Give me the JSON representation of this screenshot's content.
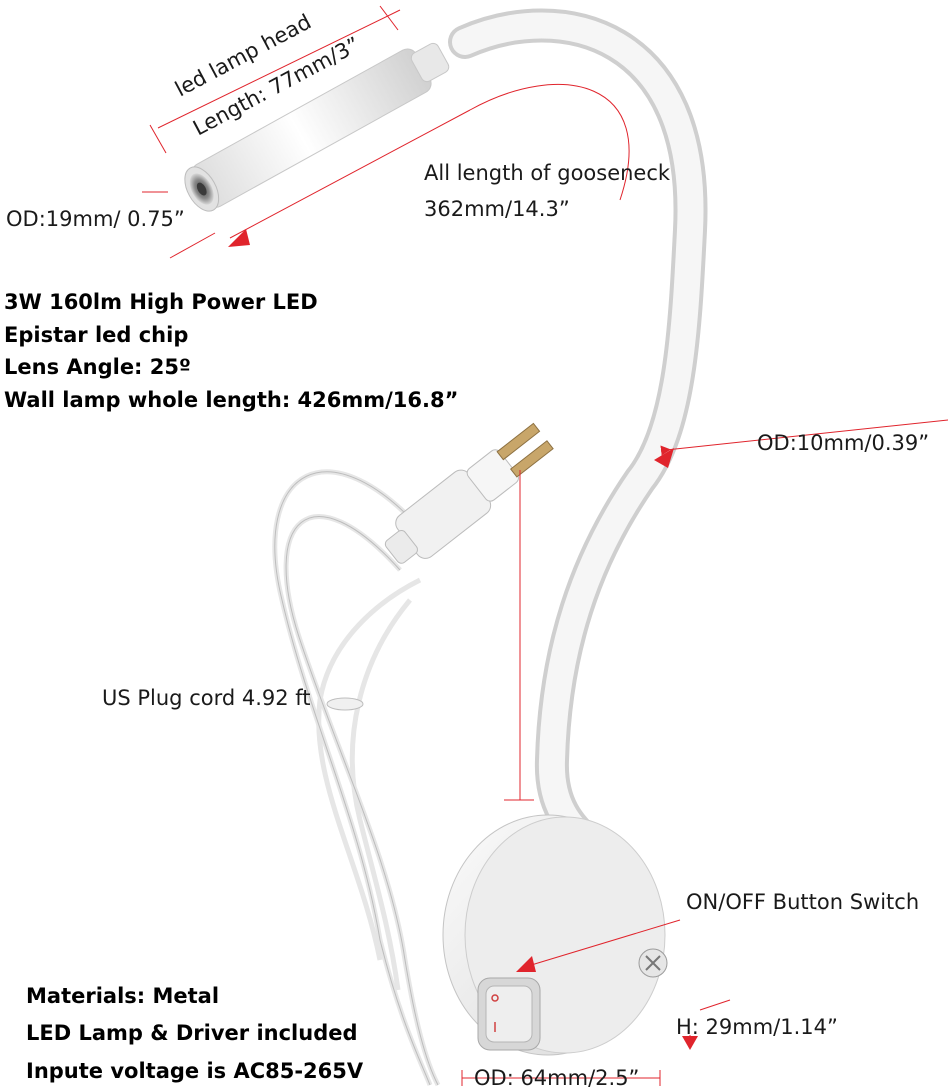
{
  "labels": {
    "lamp_head": "led lamp head",
    "head_length": "Length: 77mm/3”",
    "head_od": "OD:19mm/ 0.75”",
    "gooseneck_length_1": "All length of gooseneck",
    "gooseneck_length_2": "362mm/14.3”",
    "gooseneck_od": "OD:10mm/0.39”",
    "plug_cord": "US Plug cord 4.92 ft",
    "switch": "ON/OFF Button Switch",
    "base_height": "H: 29mm/1.14”",
    "base_od": "OD: 64mm/2.5”"
  },
  "specs": [
    "3W 160lm High Power LED",
    "Epistar led chip",
    "Lens Angle: 25º",
    "Wall lamp whole length: 426mm/16.8”"
  ],
  "features": [
    "Materials:  Metal",
    "LED Lamp & Driver included",
    "Inpute voltage is AC85-265V"
  ],
  "colors": {
    "dimension_line": "#e0242c",
    "lamp_body": "#f4f4f4"
  }
}
